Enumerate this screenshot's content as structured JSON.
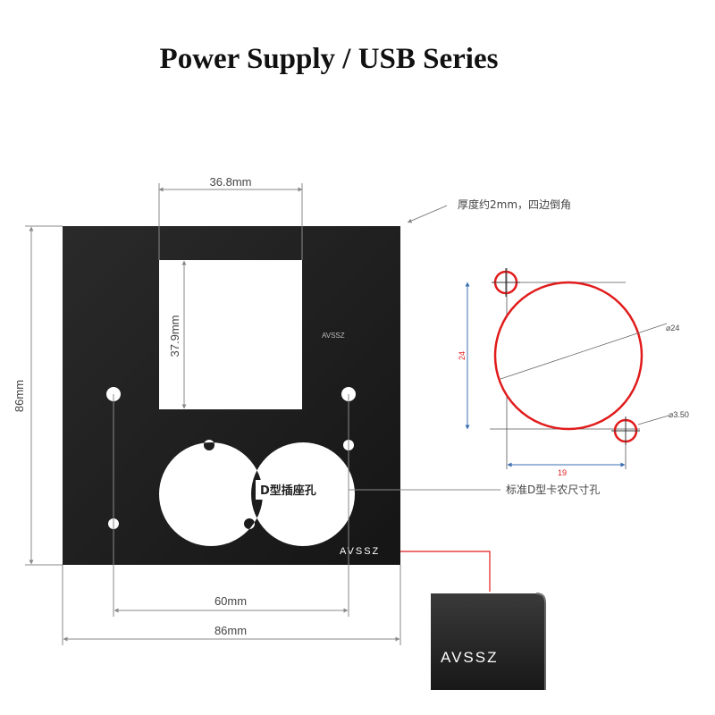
{
  "title": "Power Supply / USB Series",
  "dimensions": {
    "cutout_width": "36.8mm",
    "cutout_height": "37.9mm",
    "panel_height": "86mm",
    "hole_spacing": "60mm",
    "panel_width": "86mm"
  },
  "notes": {
    "thickness": "厚度约2mm，四边倒角",
    "d_type_hole": "D型插座孔",
    "d_type_standard": "标准D型卡农尺寸孔"
  },
  "detail": {
    "height": "24",
    "width": "19",
    "big_diameter": "⌀24",
    "small_diameter": "⌀3.50"
  },
  "brand": "AVSSZ",
  "watermark": "AVSSZ",
  "colors": {
    "panel": "#1e1e1e",
    "accent_red": "#e11b1b",
    "dim_line": "#8a8a8a"
  },
  "icons": [
    "crosshair-icon"
  ]
}
